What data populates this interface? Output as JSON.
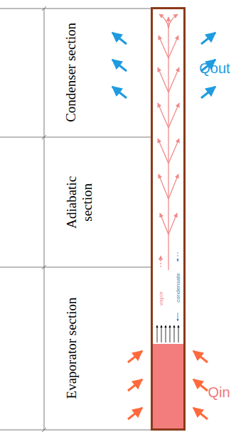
{
  "diagram": {
    "labels": [
      "Condenser section",
      "Adiabatic section",
      "Evaporator section",
      "Qout",
      "Qin",
      "vapor",
      "condensate"
    ]
  }
}
